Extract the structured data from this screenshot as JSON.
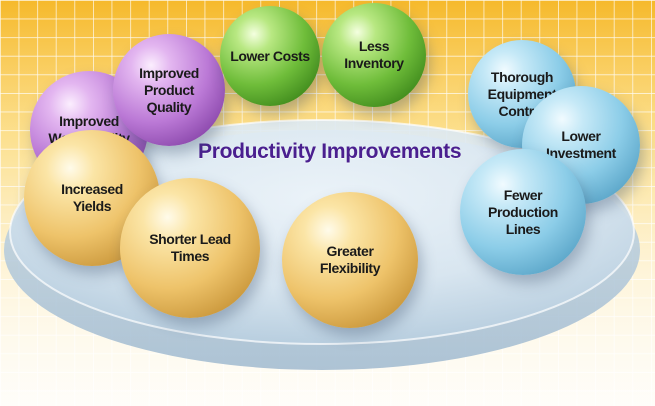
{
  "title": "Productivity Improvements",
  "colors": {
    "title": "#4a1f8f",
    "green": "#6fbd3a",
    "purple": "#bb79d6",
    "gold": "#eec36a",
    "blue": "#8ccde8",
    "background_top": "#f7c23a",
    "background_bottom": "#fde8a6",
    "platform": "#d6e6f2"
  },
  "spheres": [
    {
      "id": "lower-costs",
      "label": "Lower Costs",
      "color": "green"
    },
    {
      "id": "less-inventory",
      "label": "Less\nInventory",
      "color": "green"
    },
    {
      "id": "improved-product-quality",
      "label": "Improved\nProduct\nQuality",
      "color": "purple"
    },
    {
      "id": "improved-work-quality",
      "label": "Improved\nWork Quality",
      "color": "purple"
    },
    {
      "id": "increased-yields",
      "label": "Increased\nYields",
      "color": "gold"
    },
    {
      "id": "shorter-lead-times",
      "label": "Shorter Lead\nTimes",
      "color": "gold"
    },
    {
      "id": "greater-flexibility",
      "label": "Greater\nFlexibility",
      "color": "gold"
    },
    {
      "id": "thorough-equipment-control",
      "label": "Thorough\nEquipment\nControl",
      "color": "blue"
    },
    {
      "id": "lower-investment",
      "label": "Lower\nInvestment",
      "color": "blue"
    },
    {
      "id": "fewer-production-lines",
      "label": "Fewer\nProduction\nLines",
      "color": "blue"
    }
  ]
}
